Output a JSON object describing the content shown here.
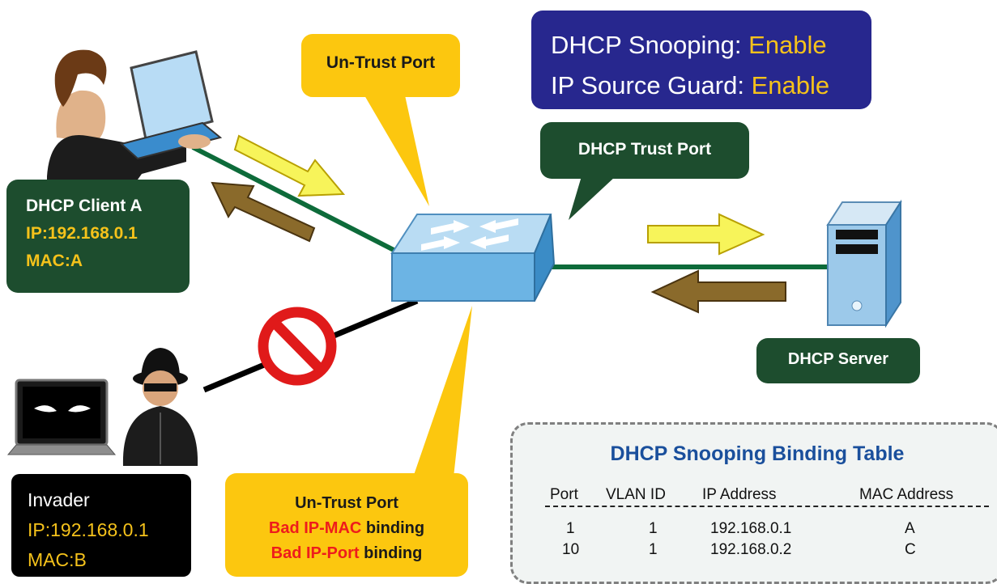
{
  "status_panel": {
    "dhcp_snooping_label": "DHCP Snooping:",
    "dhcp_snooping_value": "Enable",
    "ip_source_guard_label": "IP Source Guard:",
    "ip_source_guard_value": "Enable"
  },
  "callouts": {
    "untrust_top": "Un-Trust Port",
    "trust_port": "DHCP Trust Port",
    "untrust_bottom_title": "Un-Trust Port",
    "bad_ip_mac_red": "Bad IP-MAC",
    "bad_ip_mac_rest": " binding",
    "bad_ip_port_red": "Bad IP-Port",
    "bad_ip_port_rest": " binding"
  },
  "client": {
    "name": "DHCP Client A",
    "ip": "IP:192.168.0.1",
    "mac": "MAC:A"
  },
  "invader": {
    "name": "Invader",
    "ip": "IP:192.168.0.1",
    "mac": "MAC:B"
  },
  "server": {
    "name": "DHCP Server"
  },
  "binding_table": {
    "title": "DHCP Snooping Binding Table",
    "headers": [
      "Port",
      "VLAN ID",
      "IP Address",
      "MAC Address"
    ],
    "rows": [
      [
        "1",
        "1",
        "192.168.0.1",
        "A"
      ],
      [
        "10",
        "1",
        "192.168.0.2",
        "C"
      ]
    ]
  },
  "colors": {
    "status_bg": "#27278e",
    "accent_yellow": "#fcc70f",
    "dark_green": "#1d4d2e",
    "link_green": "#0d6b3a",
    "blocked_red": "#e01a1a",
    "switch_blue": "#5da9dc",
    "table_title": "#1a4f9c"
  }
}
